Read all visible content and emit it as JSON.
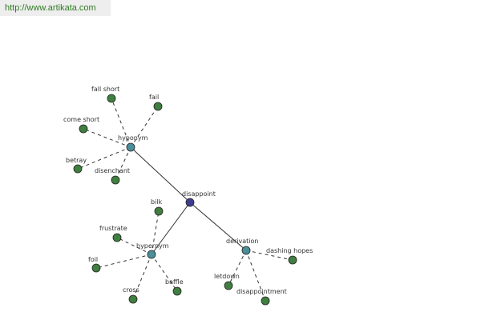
{
  "header": {
    "url": "http://www.artikata.com"
  },
  "graph": {
    "center": "disappoint",
    "relations": [
      {
        "label": "hyponym",
        "words": [
          "fall short",
          "fail",
          "come short",
          "betray",
          "disenchant"
        ]
      },
      {
        "label": "hypernym",
        "words": [
          "bilk",
          "frustrate",
          "foil",
          "cross",
          "baffle"
        ]
      },
      {
        "label": "derivation",
        "words": [
          "dashing hopes",
          "letdown",
          "disappointment"
        ]
      }
    ]
  },
  "colors": {
    "center_node": "#3d3d8f",
    "relation_node": "#4a8f9a",
    "word_node": "#3f7f3f",
    "edge": "#333333",
    "url_text": "#2f7a20",
    "url_bg": "#eeeeee"
  }
}
